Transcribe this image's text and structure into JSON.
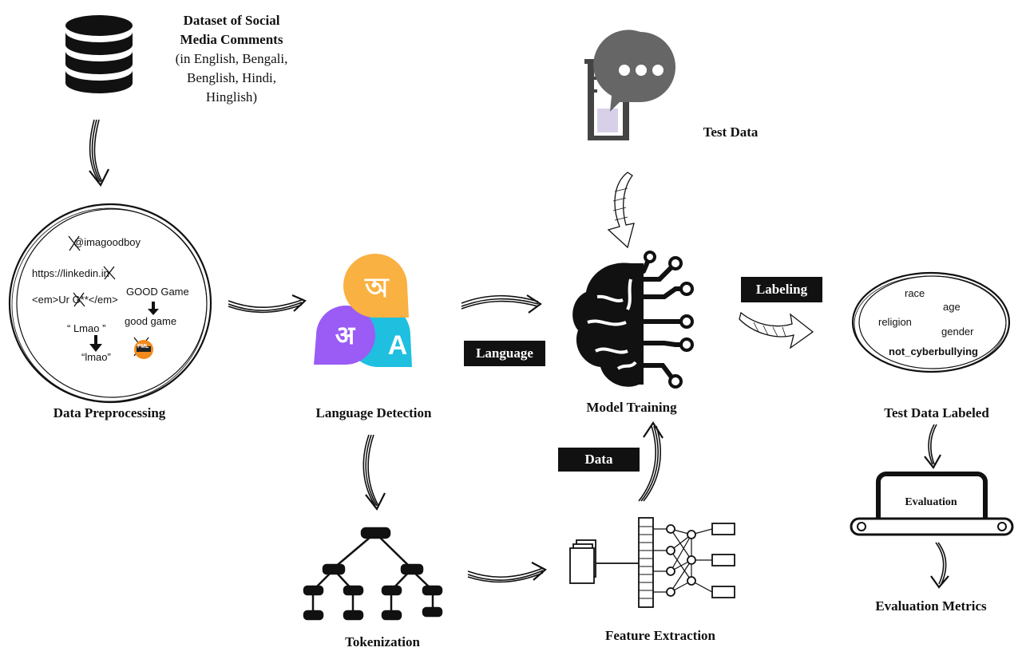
{
  "dataset": {
    "title": "Dataset of Social Media Comments",
    "languages": "(in English, Bengali, Benglish, Hindi, Hinglish)"
  },
  "nodes": {
    "data_preprocessing": "Data Preprocessing",
    "language_detection": "Language Detection",
    "tokenization": "Tokenization",
    "feature_extraction": "Feature Extraction",
    "model_training": "Model Training",
    "test_data": "Test Data",
    "test_data_labeled": "Test Data Labeled",
    "evaluation_metrics": "Evaluation Metrics"
  },
  "tags": {
    "language": "Language",
    "data": "Data",
    "labeling": "Labeling"
  },
  "preprocessing_examples": {
    "mention": "@imagoodboy",
    "url": "https://linkedin.in",
    "html": "<em>Ur G**</em>",
    "case_before": "GOOD Game",
    "case_after": "good game",
    "quote_before": "“ Lmao ”",
    "quote_after": "“lmao”",
    "emoji_text": "FML"
  },
  "language_icon": {
    "bengali_glyph": "অ",
    "hindi_glyph": "अ",
    "latin_glyph": "A",
    "colors": {
      "bengali": "#F9B142",
      "hindi": "#9A5CF5",
      "latin": "#1FBFE0"
    }
  },
  "label_words": [
    "race",
    "age",
    "religion",
    "gender",
    "not_cyberbullying"
  ],
  "evaluation": {
    "screen_label": "Evaluation"
  }
}
